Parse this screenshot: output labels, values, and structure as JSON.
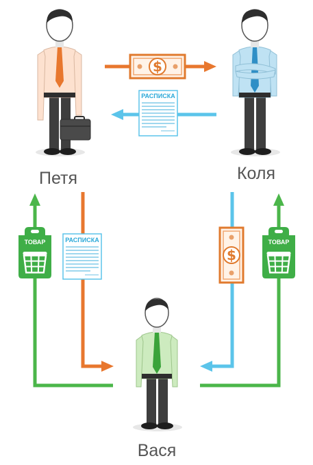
{
  "people": {
    "petya": {
      "name": "Петя"
    },
    "kolya": {
      "name": "Коля"
    },
    "vasya": {
      "name": "Вася"
    }
  },
  "items": {
    "receipt_label": "РАСПИСКА",
    "goods_label": "ТОВАР",
    "money_symbol": "$"
  },
  "colors": {
    "money_flow": "#e8772e",
    "receipt_flow": "#5bc4ea",
    "goods_flow": "#4bb64a",
    "shirt_petya": "#fde1cf",
    "shirt_kolya": "#bfe2f3",
    "shirt_vasya": "#cdebbf",
    "tie_petya": "#e8772e",
    "tie_kolya": "#2f8fc6",
    "tie_vasya": "#3aa33a"
  }
}
